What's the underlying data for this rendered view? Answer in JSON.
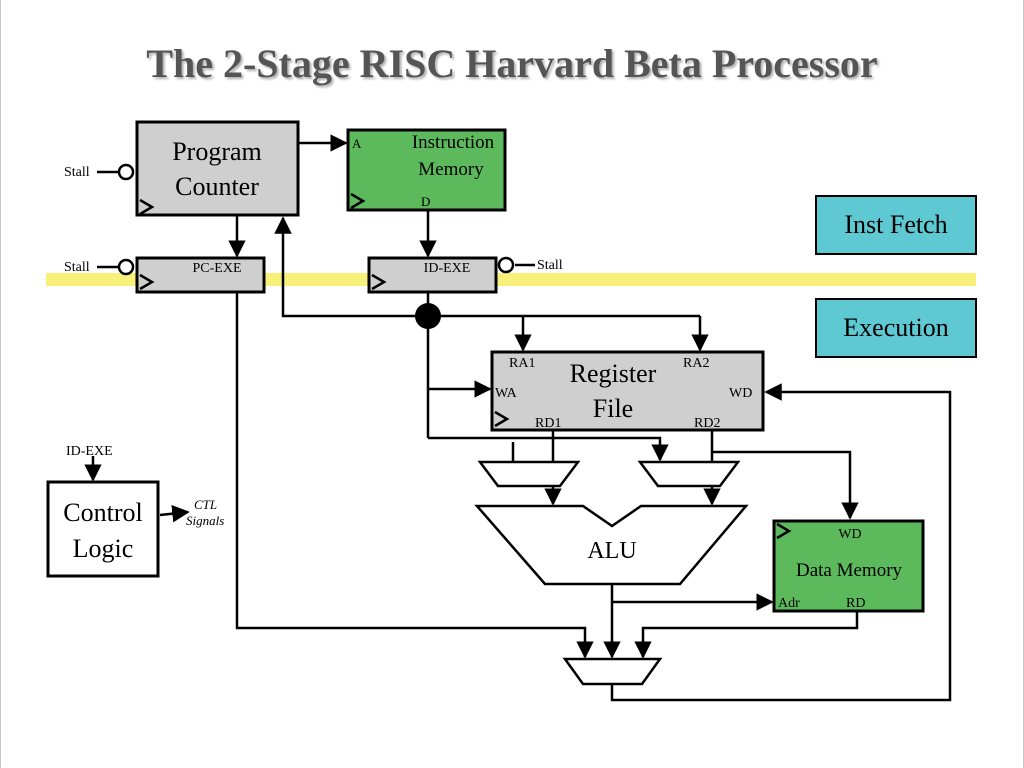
{
  "title": "The 2-Stage RISC Harvard Beta Processor",
  "colors": {
    "gray_block": "#cfcfcf",
    "green_block": "#5cba5c",
    "teal_box": "#5fc9d3",
    "pipeline_bar": "#f7f17c",
    "wire": "#000000"
  },
  "blocks": {
    "program_counter": {
      "line1": "Program",
      "line2": "Counter",
      "stall": "Stall"
    },
    "instruction_memory": {
      "line1": "Instruction",
      "line2": "Memory",
      "port_a": "A",
      "port_d": "D"
    },
    "pc_exe": {
      "label": "PC-EXE",
      "stall": "Stall"
    },
    "id_exe": {
      "label": "ID-EXE",
      "stall": "Stall"
    },
    "register_file": {
      "line1": "Register",
      "line2": "File",
      "ra1": "RA1",
      "ra2": "RA2",
      "wa": "WA",
      "wd": "WD",
      "rd1": "RD1",
      "rd2": "RD2"
    },
    "control_logic": {
      "line1": "Control",
      "line2": "Logic",
      "input": "ID-EXE",
      "out1": "CTL",
      "out2": "Signals"
    },
    "alu": {
      "label": "ALU"
    },
    "data_memory": {
      "label": "Data Memory",
      "wd": "WD",
      "adr": "Adr",
      "rd": "RD"
    }
  },
  "stages": {
    "fetch": "Inst Fetch",
    "execution": "Execution"
  }
}
